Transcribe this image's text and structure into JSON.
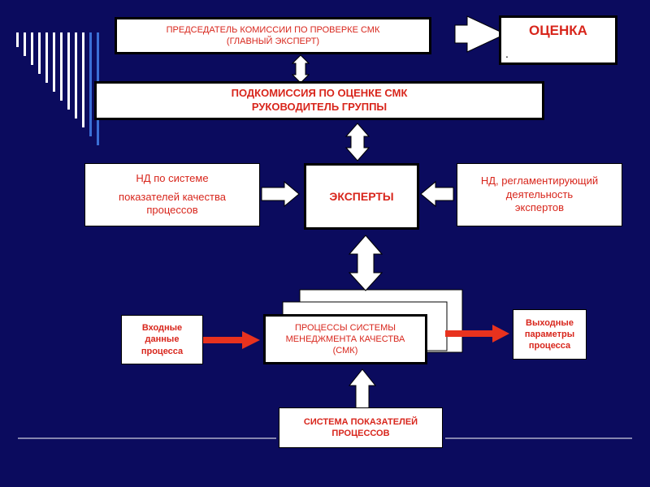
{
  "colors": {
    "background": "#0b0b5e",
    "text_red": "#d8261c",
    "arrow_red": "#e8321e",
    "box_fill": "#ffffff",
    "stripe": "#ffffff",
    "stripe_accent": "#3a6fd6"
  },
  "nodes": {
    "chairman": {
      "line1": "ПРЕДСЕДАТЕЛЬ КОМИССИИ ПО ПРОВЕРКЕ СМК",
      "line2": "(ГЛАВНЫЙ ЭКСПЕРТ)"
    },
    "assessment": {
      "label": "ОЦЕНКА",
      "dot": "."
    },
    "subcommission": {
      "line1": "ПОДКОМИССИЯ ПО ОЦЕНКЕ СМК",
      "line2": "РУКОВОДИТЕЛЬ ГРУППЫ"
    },
    "nd_indicators": {
      "line1": "НД по системе",
      "line2": "показателей качества",
      "line3": "процессов"
    },
    "experts": {
      "label": "ЭКСПЕРТЫ"
    },
    "nd_regulating": {
      "line1": "НД, регламентирующий",
      "line2": "деятельность",
      "line3": "экспертов"
    },
    "processes": {
      "line1": "ПРОЦЕССЫ СИСТЕМЫ",
      "line2": "МЕНЕДЖМЕНТА КАЧЕСТВА",
      "line3": "(СМК)"
    },
    "input_data": {
      "line1": "Входные",
      "line2": "данные",
      "line3": "процесса"
    },
    "output_params": {
      "line1": "Выходные",
      "line2": "параметры",
      "line3": "процесса"
    },
    "indicator_system": {
      "line1": "СИСТЕМА ПОКАЗАТЕЛЕЙ",
      "line2": "ПРОЦЕССОВ"
    }
  }
}
